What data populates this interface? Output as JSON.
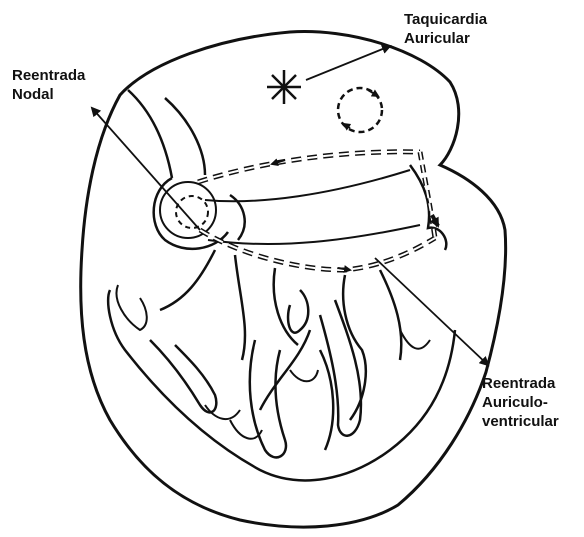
{
  "labels": {
    "nodal": [
      "Reentrada",
      "Nodal"
    ],
    "atrial": [
      "Taquicardia",
      "Auricular"
    ],
    "av": [
      "Reentrada",
      "Auriculo-",
      "ventricular"
    ]
  },
  "colors": {
    "ink": "#111111",
    "background": "#ffffff"
  }
}
